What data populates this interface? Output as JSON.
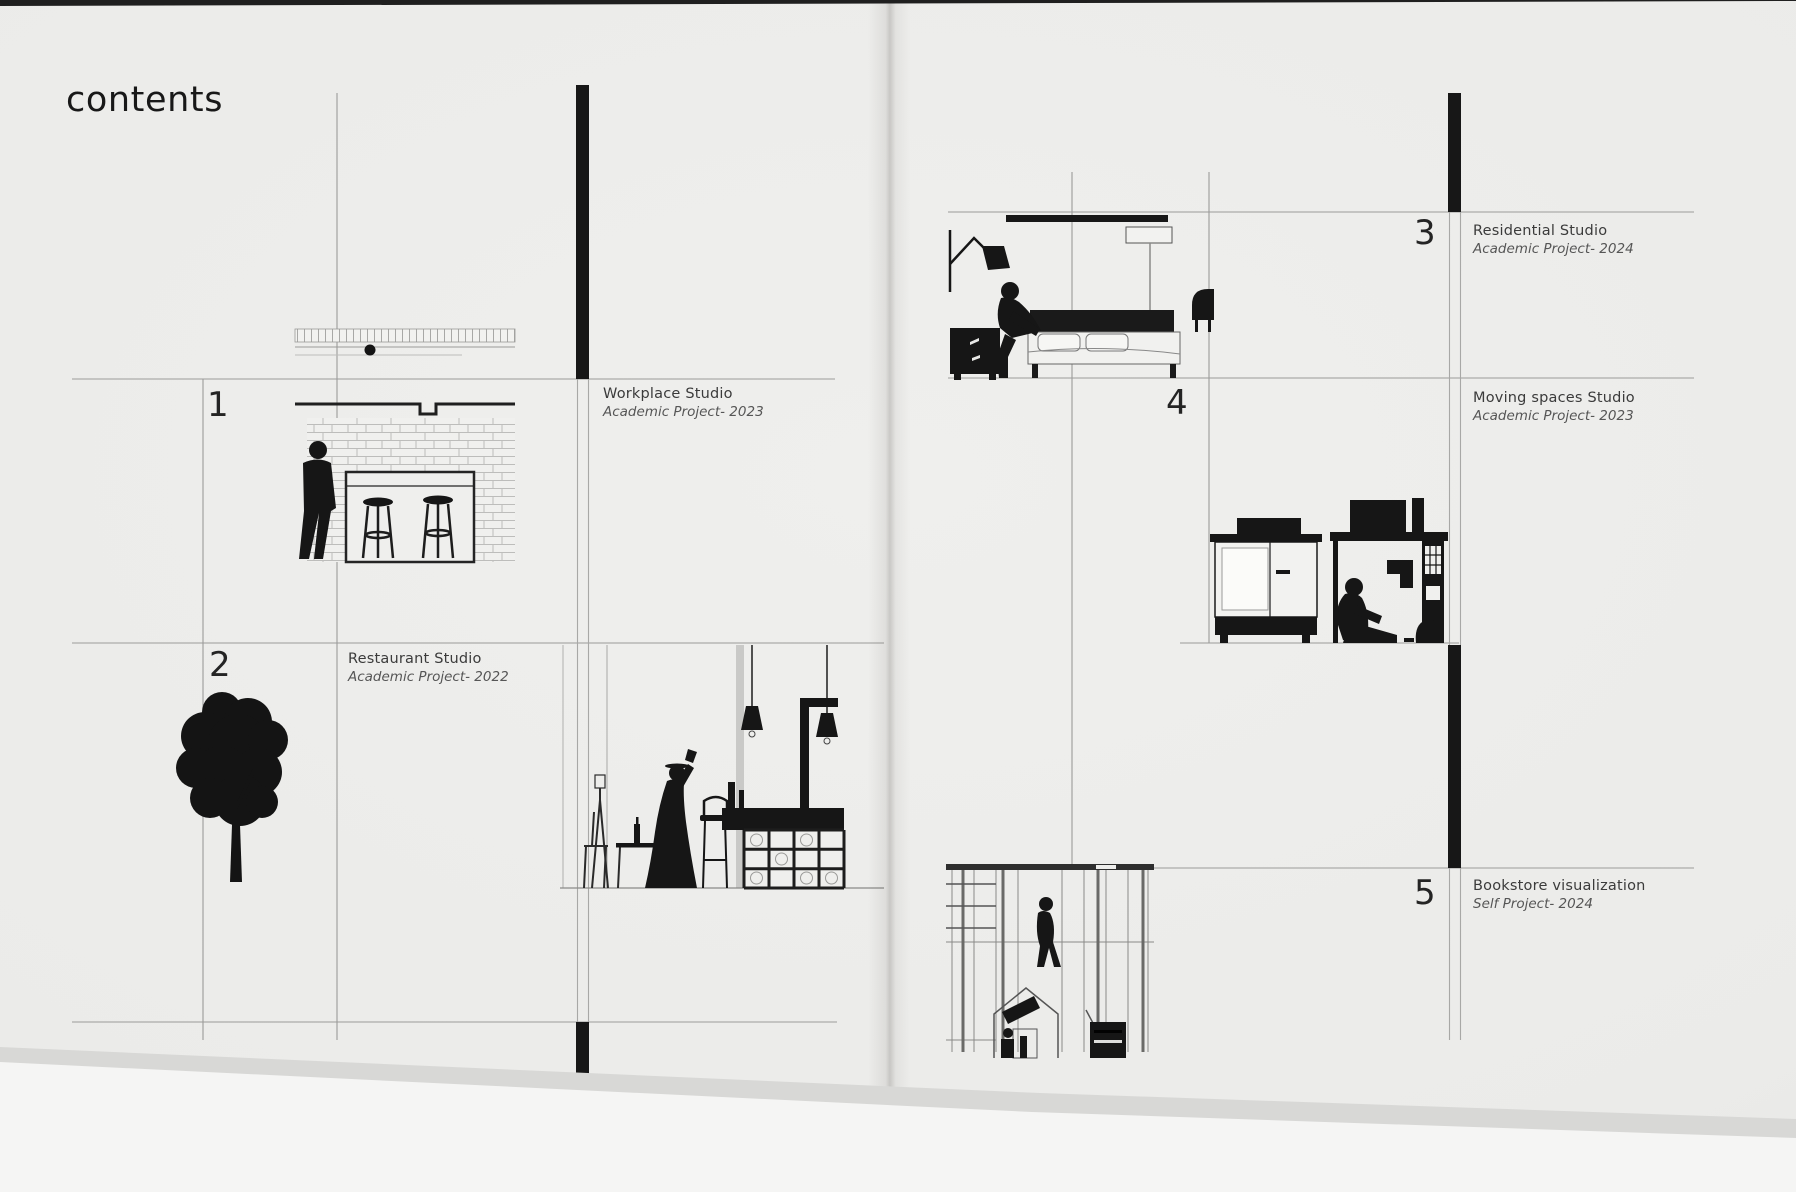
{
  "page_title": "contents",
  "items": [
    {
      "number": "1",
      "title": "Workplace Studio",
      "subtitle": "Academic Project- 2023"
    },
    {
      "number": "2",
      "title": "Restaurant Studio",
      "subtitle": "Academic Project- 2022"
    },
    {
      "number": "3",
      "title": "Residential Studio",
      "subtitle": "Academic Project- 2024"
    },
    {
      "number": "4",
      "title": "Moving spaces Studio",
      "subtitle": "Academic Project- 2023"
    },
    {
      "number": "5",
      "title": "Bookstore visualization",
      "subtitle": "Self Project- 2024"
    }
  ],
  "illustrations": [
    {
      "name": "workplace-interior-illustration",
      "description": "counter elevation with bar stools and walking figure"
    },
    {
      "name": "restaurant-bar-illustration",
      "description": "bar with pendant lamps, standing woman, glass-block counter"
    },
    {
      "name": "tree-silhouette",
      "description": "black tree silhouette"
    },
    {
      "name": "bedroom-illustration",
      "description": "bedroom elevation with wall lamp, figure by bed, nightstand"
    },
    {
      "name": "kitchen-illustration",
      "description": "compact kitchen and workstation with seated figure"
    },
    {
      "name": "bookstore-illustration",
      "description": "scaffold bookstore frame with reading nook and figures"
    }
  ],
  "colors": {
    "paper": "#ebebe9",
    "ink": "#161616",
    "grid_line": "#9b9b99",
    "title_text": "#3b3b3b",
    "subtitle_text": "#565656"
  }
}
